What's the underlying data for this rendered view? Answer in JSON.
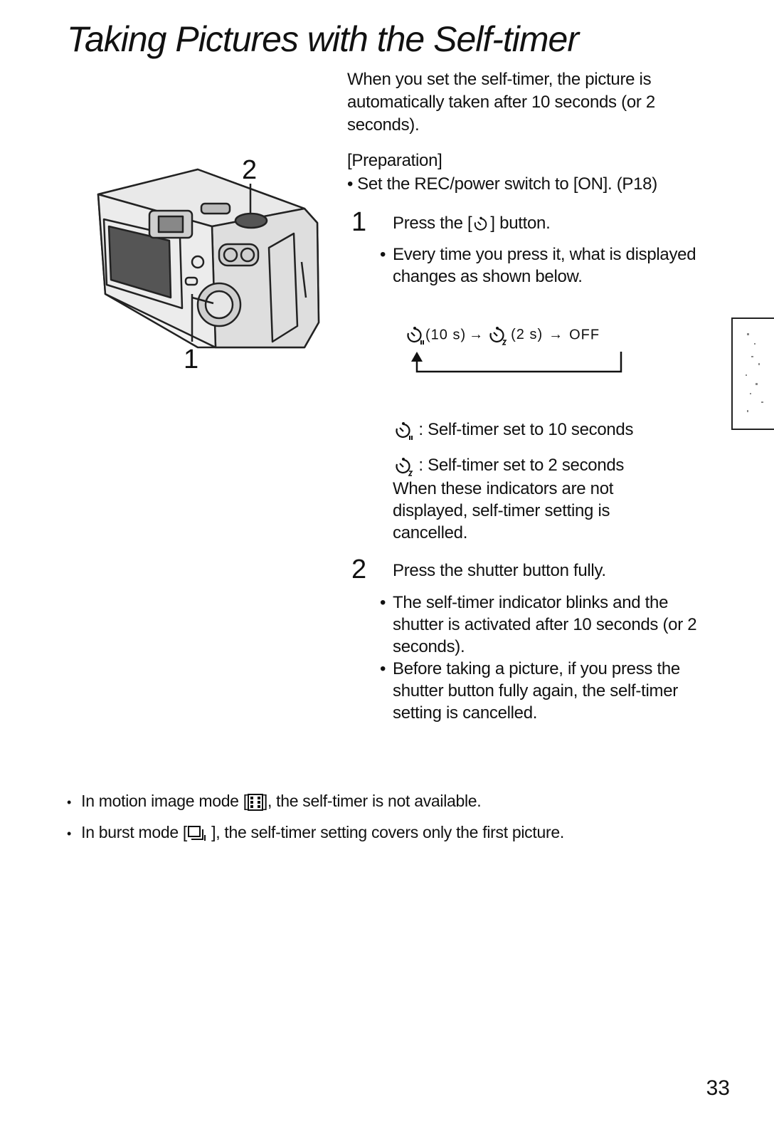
{
  "page": {
    "title": "Taking Pictures with the Self-timer",
    "intro": "When you set the self-timer, the picture is automatically taken after 10 seconds (or 2 seconds).",
    "preparation_label": "[Preparation]",
    "preparation_item": "Set the REC/power switch to [ON]. (P18)",
    "figure_callouts": [
      "2",
      "1"
    ],
    "steps": [
      {
        "number": "1",
        "text_before": "Press the [",
        "text_after": "] button.",
        "bullets": [
          "Every time you press it, what is displayed changes as shown below."
        ]
      },
      {
        "number": "2",
        "text": "Press the shutter button fully.",
        "bullets": [
          "The self-timer indicator blinks and the shutter is activated after 10 seconds (or 2 seconds).",
          "Before taking a picture, if you press the shutter button fully again, the self-timer setting is cancelled."
        ]
      }
    ],
    "flow": {
      "item1": "(10 s)",
      "item2": "(2 s)",
      "item3": "OFF",
      "arrow": "→"
    },
    "legend": [
      {
        "icon": "self-timer-10s-icon",
        "text": ": Self-timer set to 10 seconds"
      },
      {
        "icon": "self-timer-2s-icon",
        "text": ": Self-timer set to 2 seconds"
      }
    ],
    "legend_note": "When these indicators are not displayed, self-timer setting is cancelled.",
    "notes": [
      {
        "before": "In motion image mode [",
        "after": "], the self-timer is not available.",
        "icon": "motion-image-icon"
      },
      {
        "before": "In burst mode [",
        "after": " ], the self-timer setting covers only the first picture.",
        "icon": "burst-mode-icon"
      }
    ],
    "page_number": "33"
  }
}
